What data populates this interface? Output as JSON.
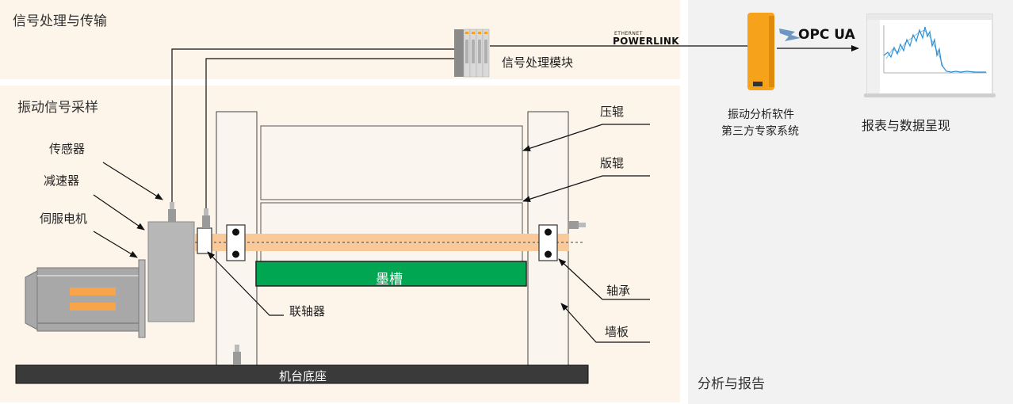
{
  "panels": {
    "signal_title": "信号处理与传输",
    "vibration_title": "振动信号采样",
    "report_title": "分析与报告"
  },
  "labels": {
    "signal_module": "信号处理模块",
    "sensor": "传感器",
    "reducer": "减速器",
    "servo_motor": "伺服电机",
    "coupling": "联轴器",
    "press_roller": "压辊",
    "plate_roller": "版辊",
    "bearing": "轴承",
    "wall_plate": "墙板",
    "ink_tank": "墨槽",
    "machine_base": "机台底座",
    "analysis_software_line1": "振动分析软件",
    "analysis_software_line2": "第三方专家系统",
    "report_display": "报表与数据呈现"
  },
  "logos": {
    "ethernet_small": "ETHERNET",
    "powerlink": "POWERLINK",
    "opcua": "OPC UA"
  },
  "colors": {
    "panel_bg": "#fdf4ea",
    "report_bg": "#f2f2f2",
    "ink_tank": "#00a651",
    "shaft_band": "#f9c99a",
    "motor_stripe": "#f7a44a",
    "software_orange": "#f7a21b",
    "base_dark": "#3a3a3a",
    "chart_blue": "#2a8fd6"
  }
}
